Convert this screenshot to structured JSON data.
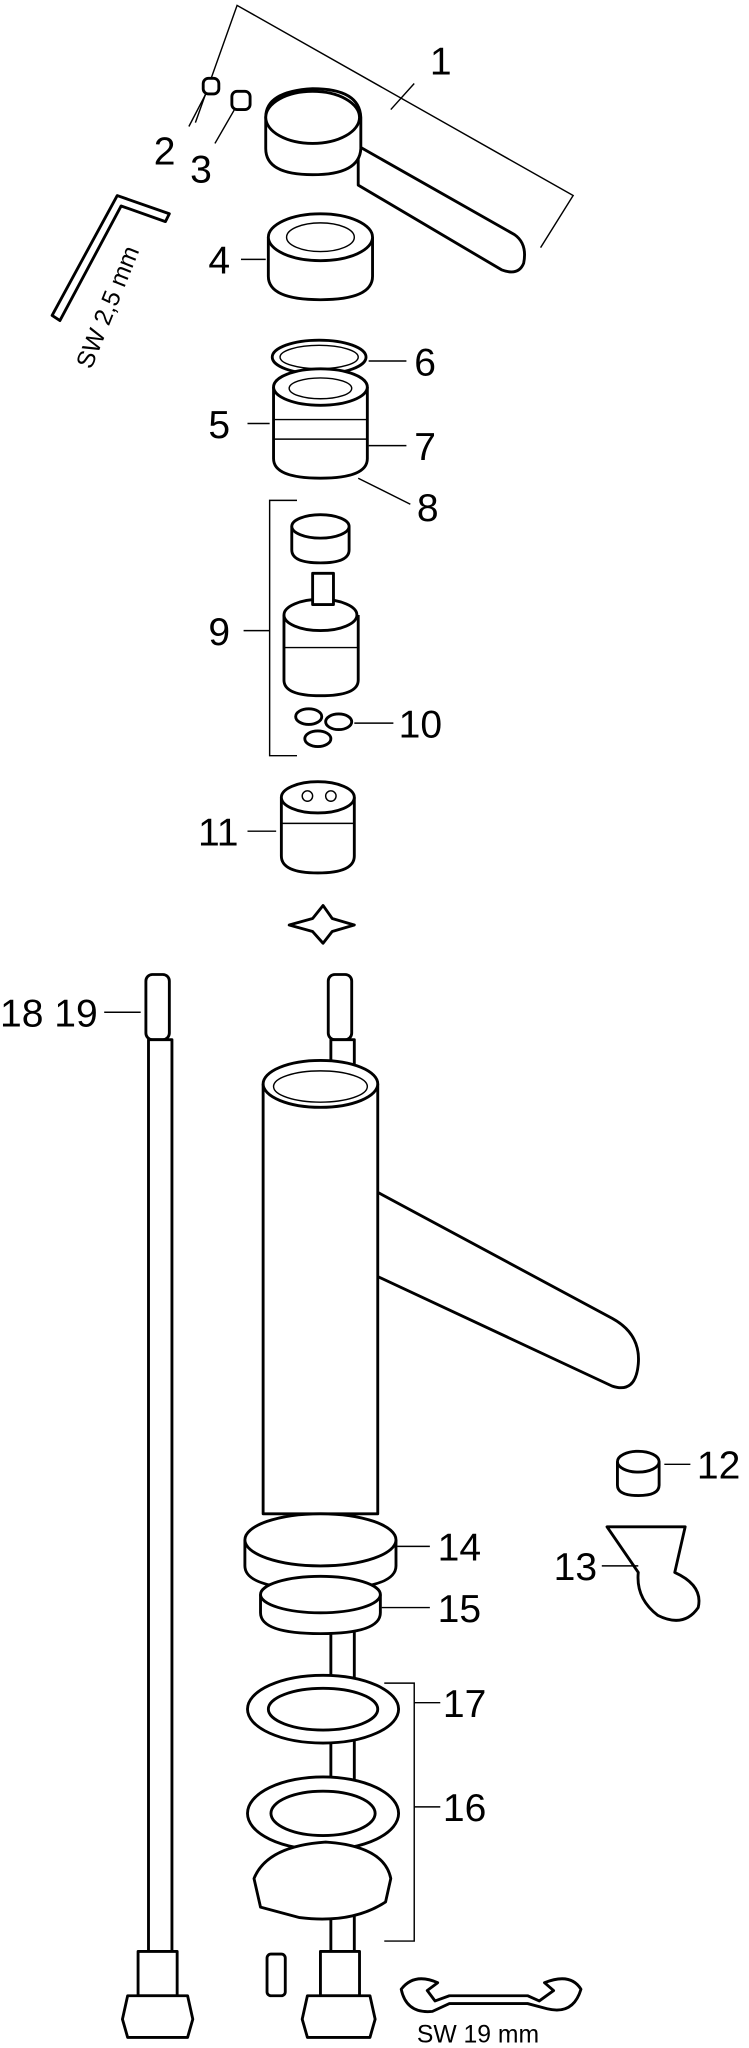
{
  "diagram": {
    "type": "exploded parts drawing",
    "line_color": "#000000",
    "background": "#ffffff",
    "labels": {
      "p1": "1",
      "p2": "2",
      "p3": "3",
      "p4": "4",
      "p5": "5",
      "p6": "6",
      "p7": "7",
      "p8": "8",
      "p9": "9",
      "p10": "10",
      "p11": "11",
      "p12": "12",
      "p13": "13",
      "p14": "14",
      "p15": "15",
      "p16": "16",
      "p17": "17",
      "p1819": "18 19"
    },
    "tools": {
      "hex_key": "SW 2,5 mm",
      "wrench": "SW 19 mm"
    }
  }
}
